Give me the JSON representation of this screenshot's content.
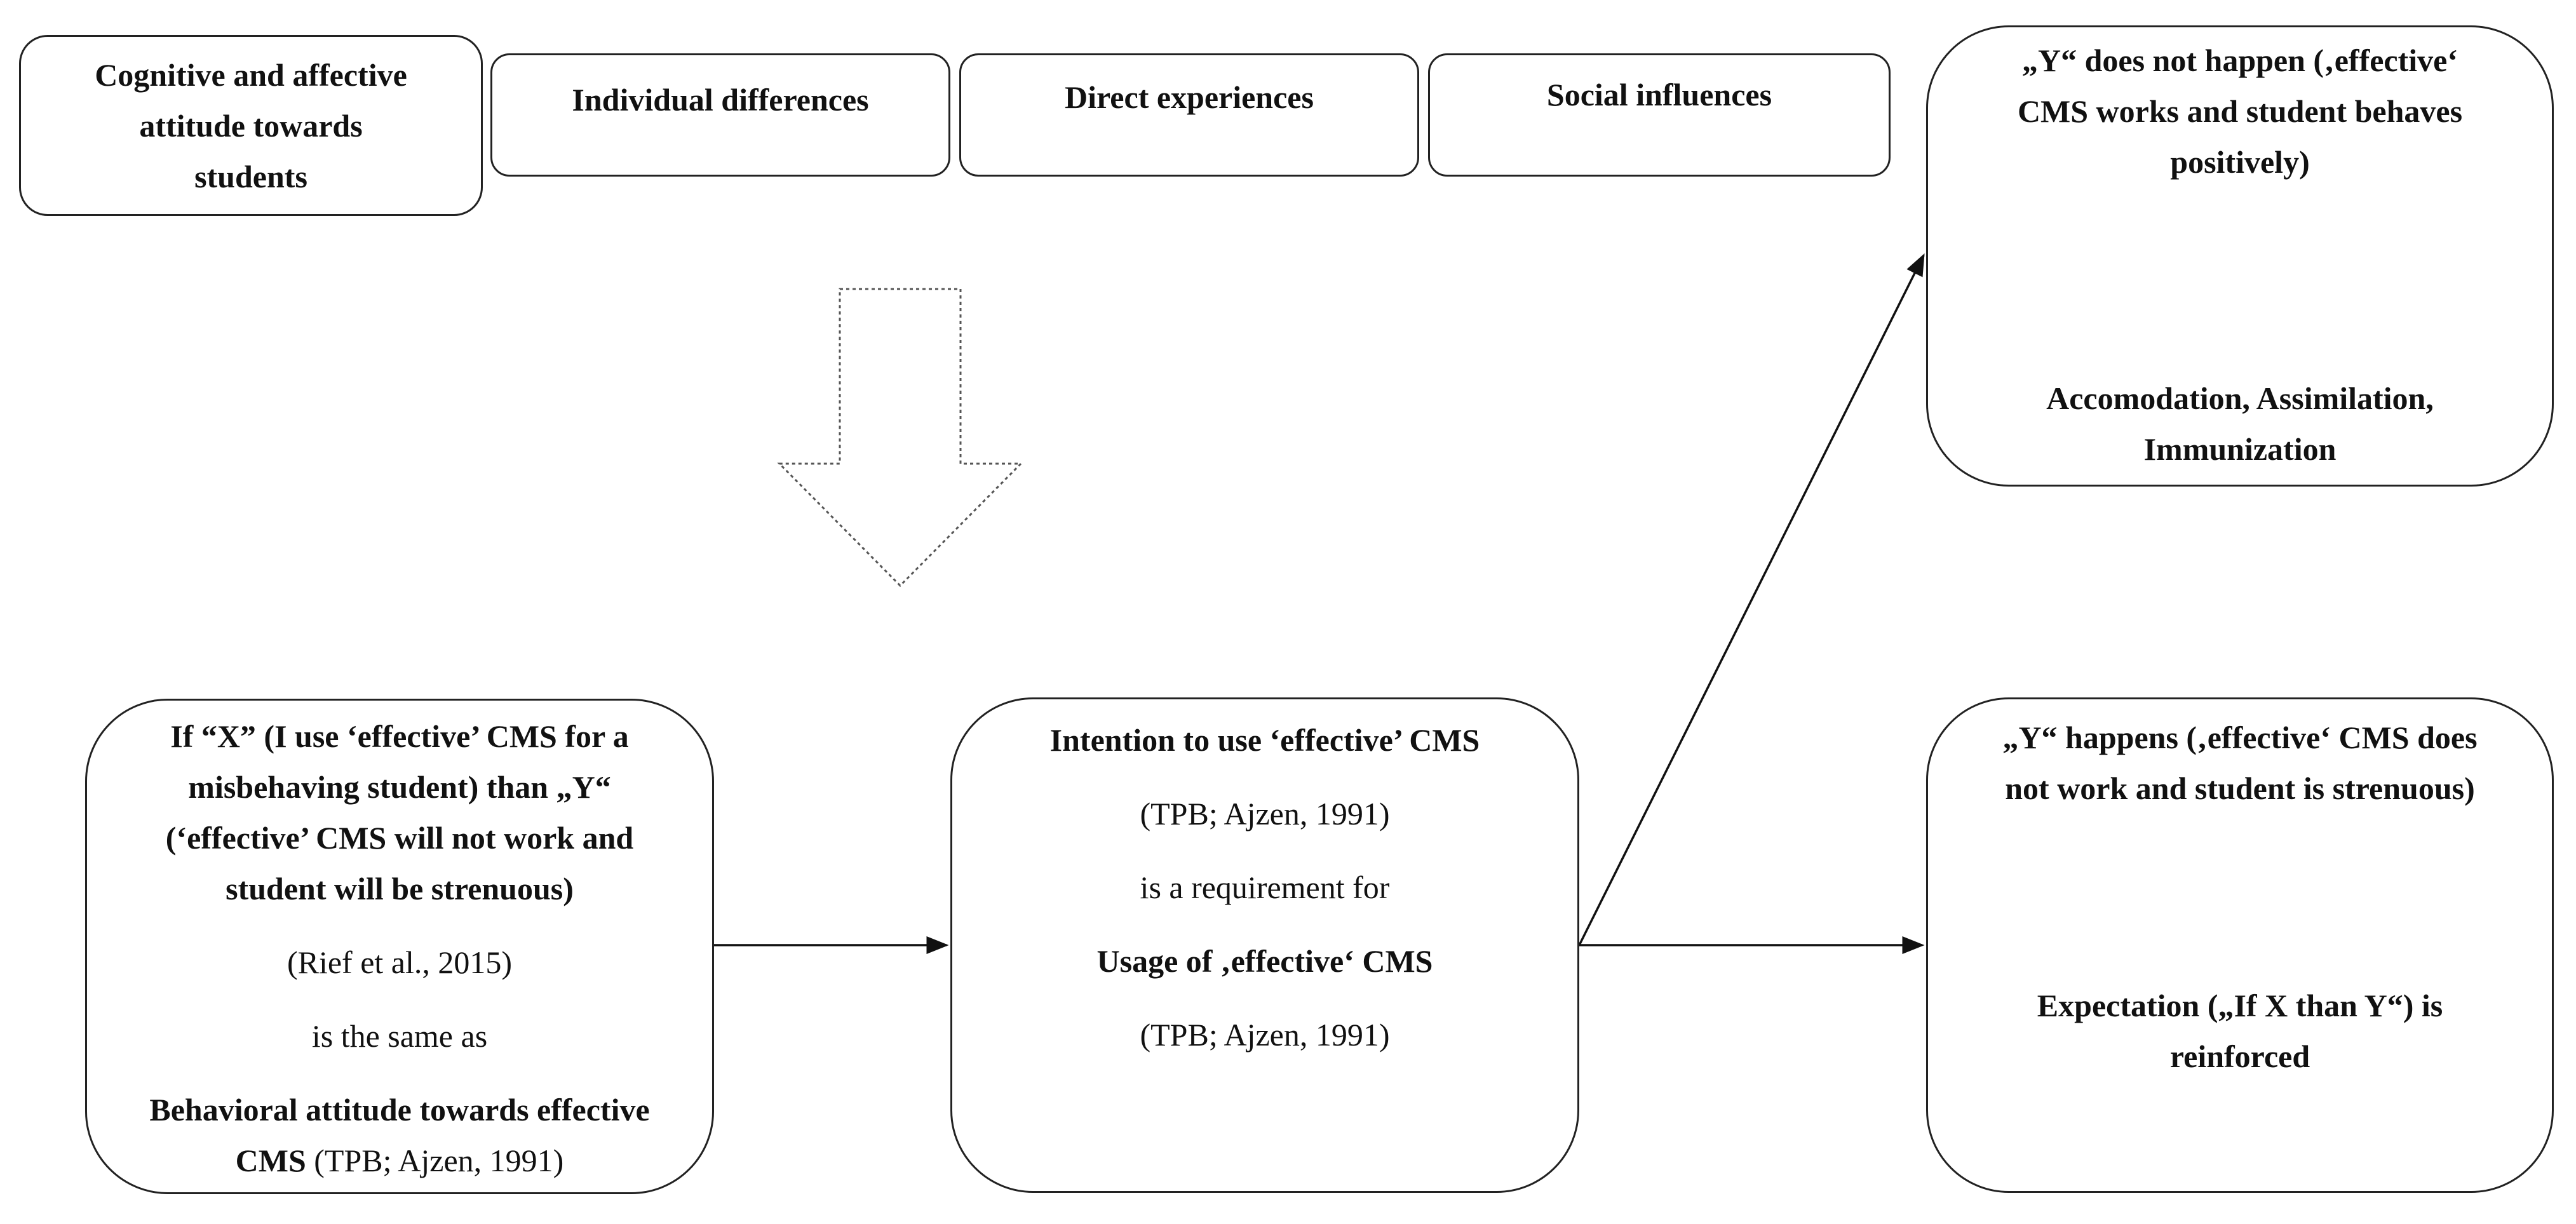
{
  "top_row": {
    "cognitive": [
      "Cognitive and affective",
      "attitude towards",
      "students"
    ],
    "individual": "Individual differences",
    "direct": "Direct experiences",
    "social": "Social influences"
  },
  "y_not_happen": {
    "lines": [
      "„Y“ does not happen (‚effective‘",
      "CMS works and student behaves",
      "positively)"
    ],
    "outcome": [
      "Accomodation, Assimilation,",
      "Immunization"
    ]
  },
  "if_box": {
    "lines": [
      "If “X” (I use ‘effective’ CMS for a",
      "misbehaving student) than „Y“",
      "(‘effective’ CMS will not work and",
      "student will be strenuous)"
    ],
    "citation": "(Rief et al., 2015)",
    "connector": "is the same as",
    "bottom_bold": "Behavioral attitude towards effective",
    "bottom_bold2": "CMS",
    "bottom_cite": " (TPB; Ajzen, 1991)"
  },
  "intention_box": {
    "title": "Intention to use ‘effective’ CMS",
    "cite1": "(TPB; Ajzen, 1991)",
    "connector": "is a requirement for",
    "usage": "Usage of ‚effective‘ CMS",
    "cite2": "(TPB; Ajzen, 1991)"
  },
  "y_happens": {
    "lines": [
      "„Y“ happens (‚effective‘ CMS does",
      "not work and student is strenuous)"
    ],
    "outcome": [
      "Expectation („If X than Y“) is",
      "reinforced"
    ]
  }
}
